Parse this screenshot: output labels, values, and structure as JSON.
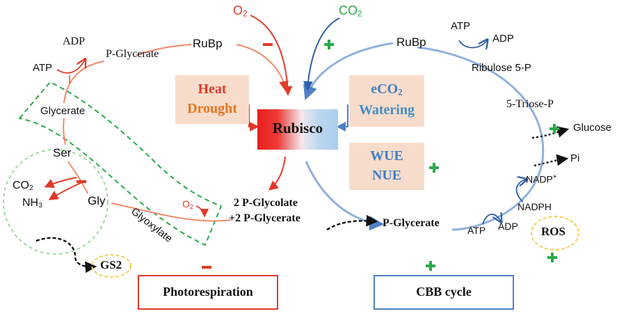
{
  "left_cycle": {
    "adp": "ADP",
    "p_glycerate": "P-Glycerate",
    "atp": "ATP",
    "glycerate": "Glycerate",
    "ser": "Ser",
    "co2": "CO",
    "co2_sub": "2",
    "nh3": "NH",
    "nh3_sub": "3",
    "gly": "Gly",
    "glyoxylate": "Glyoxylate",
    "o2": "O",
    "o2_sub": "2",
    "gs2": "GS2"
  },
  "center": {
    "o2_top": "O",
    "o2_top_sub": "2",
    "co2_top": "CO",
    "co2_top_sub": "2",
    "rubp": "RuBp",
    "heat": "Heat",
    "drought": "Drought",
    "rubisco": "Rubisco",
    "eco2": "eCO",
    "eco2_sub": "2",
    "watering": "Watering",
    "wue": "WUE",
    "nue": "NUE",
    "p_glycolate": "2 P-Glycolate",
    "p_glycerate2": "+2 P-Glycerate"
  },
  "right_cycle": {
    "atp_top": "ATP",
    "adp_top": "ADP",
    "rubp": "RuBp",
    "ribulose": "Ribulose 5-P",
    "triose": "5-Triose-P",
    "glucose": "Glucose",
    "pi": "Pi",
    "nadp": "NADP",
    "nadp_sup": "+",
    "nadph": "NADPH",
    "ros": "ROS",
    "atp_bottom": "ATP",
    "adp_bottom": "ADP",
    "p_glycerate": "P-Glycerate"
  },
  "legend": {
    "photorespiration": "Photorespiration",
    "cbb": "CBB cycle"
  },
  "colors": {
    "red": "#e03a2a",
    "blue": "#4f7fc4",
    "light_blue": "#8fb0dd",
    "green": "#2aa94a",
    "dashed_green": "#2aa94a",
    "light_green": "#8fd08f",
    "yellow": "#f2cf5a",
    "peach": "#f8dccb"
  }
}
